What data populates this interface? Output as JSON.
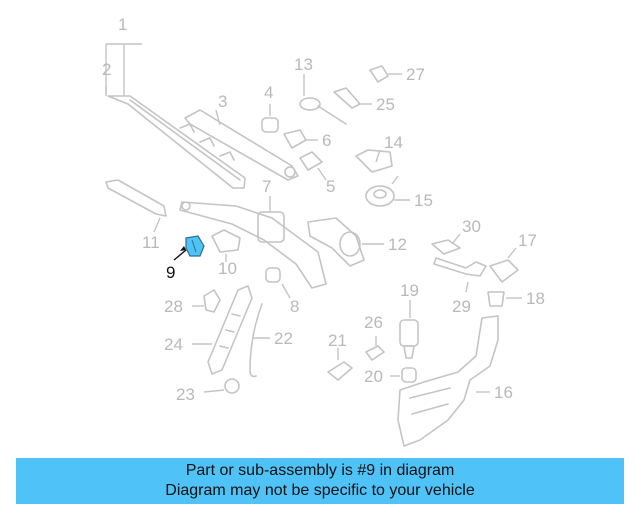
{
  "diagram": {
    "callouts": [
      "1",
      "2",
      "3",
      "4",
      "5",
      "6",
      "7",
      "8",
      "9",
      "10",
      "11",
      "12",
      "13",
      "14",
      "15",
      "16",
      "17",
      "18",
      "19",
      "20",
      "21",
      "22",
      "23",
      "24",
      "25",
      "26",
      "27",
      "28",
      "29",
      "30"
    ],
    "highlighted_part": "9",
    "colors": {
      "part_line": "#c4c4c4",
      "callout_text": "#b9b9b9",
      "highlight_part": "#4fc3f7",
      "highlight_text": "#111111",
      "caption_bg": "#4fc3f7"
    }
  },
  "caption": {
    "line1": "Part or sub-assembly is #9 in diagram",
    "line2": "Diagram may not be specific to your vehicle"
  }
}
